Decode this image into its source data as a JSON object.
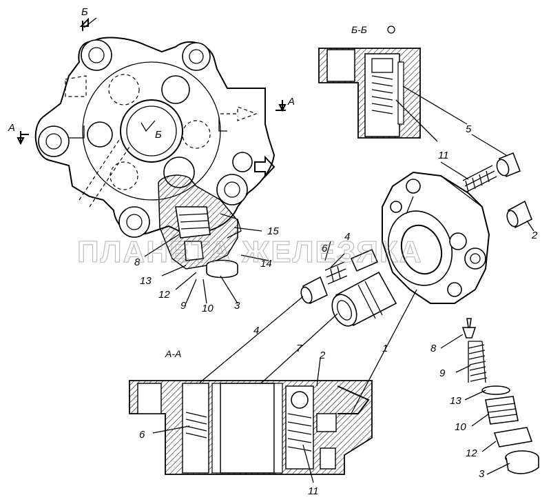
{
  "section_labels": {
    "section_bb": "Б-Б",
    "section_aa": "А-А",
    "view_b_arrow": "Б",
    "center_b": "Б",
    "a_left": "А",
    "a_right": "А"
  },
  "callouts": {
    "c5": "5",
    "c11_top": "11",
    "c2_right": "2",
    "c4_mid": "4",
    "c6_mid": "6",
    "c15": "15",
    "c8_left": "8",
    "c14": "14",
    "c13_left": "13",
    "c12_left": "12",
    "c9_left": "9",
    "c10_left": "10",
    "c3_left": "3",
    "c4_lower": "4",
    "c7": "7",
    "c2_lower": "2",
    "c1": "1",
    "c6_lower": "6",
    "c11_lower": "11",
    "c8_right": "8",
    "c9_right": "9",
    "c13_right": "13",
    "c10_right": "10",
    "c12_right": "12",
    "c3_right": "3"
  },
  "watermark": "ПЛАНЕТА ЖЕЛЕЗЯКА",
  "colors": {
    "line": "#000000",
    "hatch": "#000000",
    "background": "#ffffff",
    "watermark": "#888888"
  }
}
